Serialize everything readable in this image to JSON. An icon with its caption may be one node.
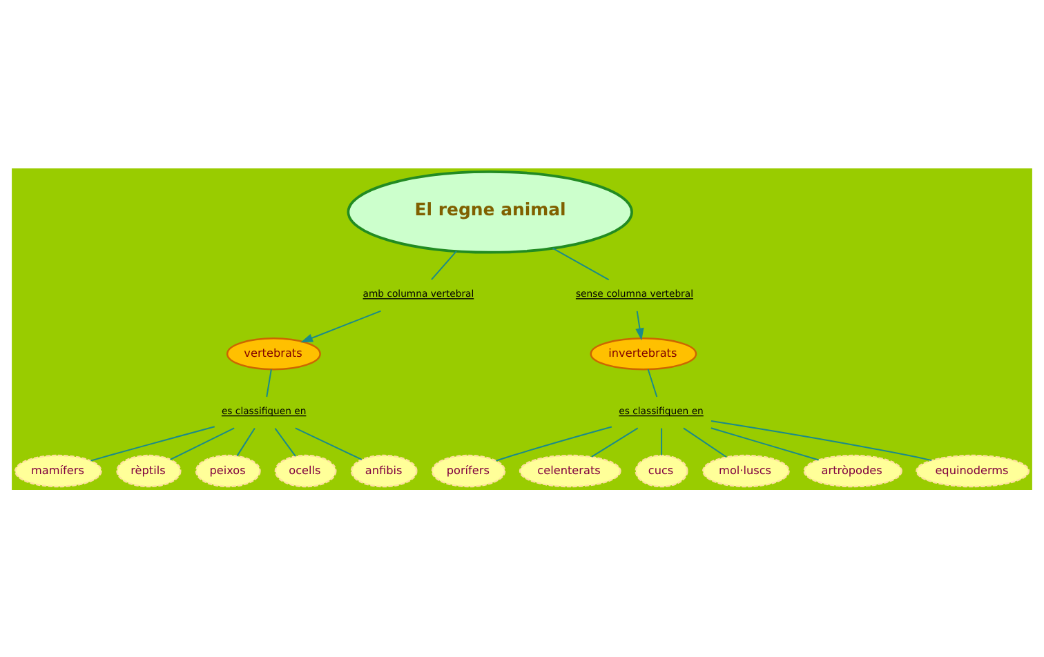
{
  "diagram": {
    "nodes": [
      {
        "text": [
          "El regne animal"
        ]
      },
      {
        "text": [
          "amb columna vertebral"
        ]
      },
      {
        "text": [
          "sense columna vertebral"
        ]
      },
      {
        "text": [
          "vertebrats"
        ]
      },
      {
        "text": [
          "invertebrats"
        ]
      },
      {
        "text": [
          "es classifiquen en"
        ]
      },
      {
        "text": [
          "es classifiquen en"
        ]
      },
      {
        "text": [
          "mamífers"
        ]
      },
      {
        "text": [
          "rèptils"
        ]
      },
      {
        "text": [
          "peixos"
        ]
      },
      {
        "text": [
          "ocells"
        ]
      },
      {
        "text": [
          "anfibis"
        ]
      },
      {
        "text": [
          "porífers"
        ]
      },
      {
        "text": [
          "celenterats"
        ]
      },
      {
        "text": [
          "cucs"
        ]
      },
      {
        "text": [
          "mol·luscs"
        ]
      },
      {
        "text": [
          "artròpodes"
        ]
      },
      {
        "text": [
          "equinoderms"
        ]
      }
    ],
    "edges": [
      {
        "from": 0,
        "to": 1,
        "arrow": "none"
      },
      {
        "from": 1,
        "to": 3,
        "arrow": "to"
      },
      {
        "from": 0,
        "to": 2,
        "arrow": "none"
      },
      {
        "from": 2,
        "to": 4,
        "arrow": "to"
      },
      {
        "from": 3,
        "to": 5,
        "arrow": "none"
      },
      {
        "from": 5,
        "to": 7,
        "arrow": "none"
      },
      {
        "from": 5,
        "to": 8,
        "arrow": "none"
      },
      {
        "from": 5,
        "to": 9,
        "arrow": "none"
      },
      {
        "from": 5,
        "to": 10,
        "arrow": "none"
      },
      {
        "from": 5,
        "to": 11,
        "arrow": "none"
      },
      {
        "from": 4,
        "to": 6,
        "arrow": "none"
      },
      {
        "from": 6,
        "to": 12,
        "arrow": "none"
      },
      {
        "from": 6,
        "to": 13,
        "arrow": "none"
      },
      {
        "from": 6,
        "to": 14,
        "arrow": "none"
      },
      {
        "from": 6,
        "to": 15,
        "arrow": "none"
      },
      {
        "from": 6,
        "to": 16,
        "arrow": "none"
      },
      {
        "from": 6,
        "to": 17,
        "arrow": "none"
      }
    ]
  }
}
